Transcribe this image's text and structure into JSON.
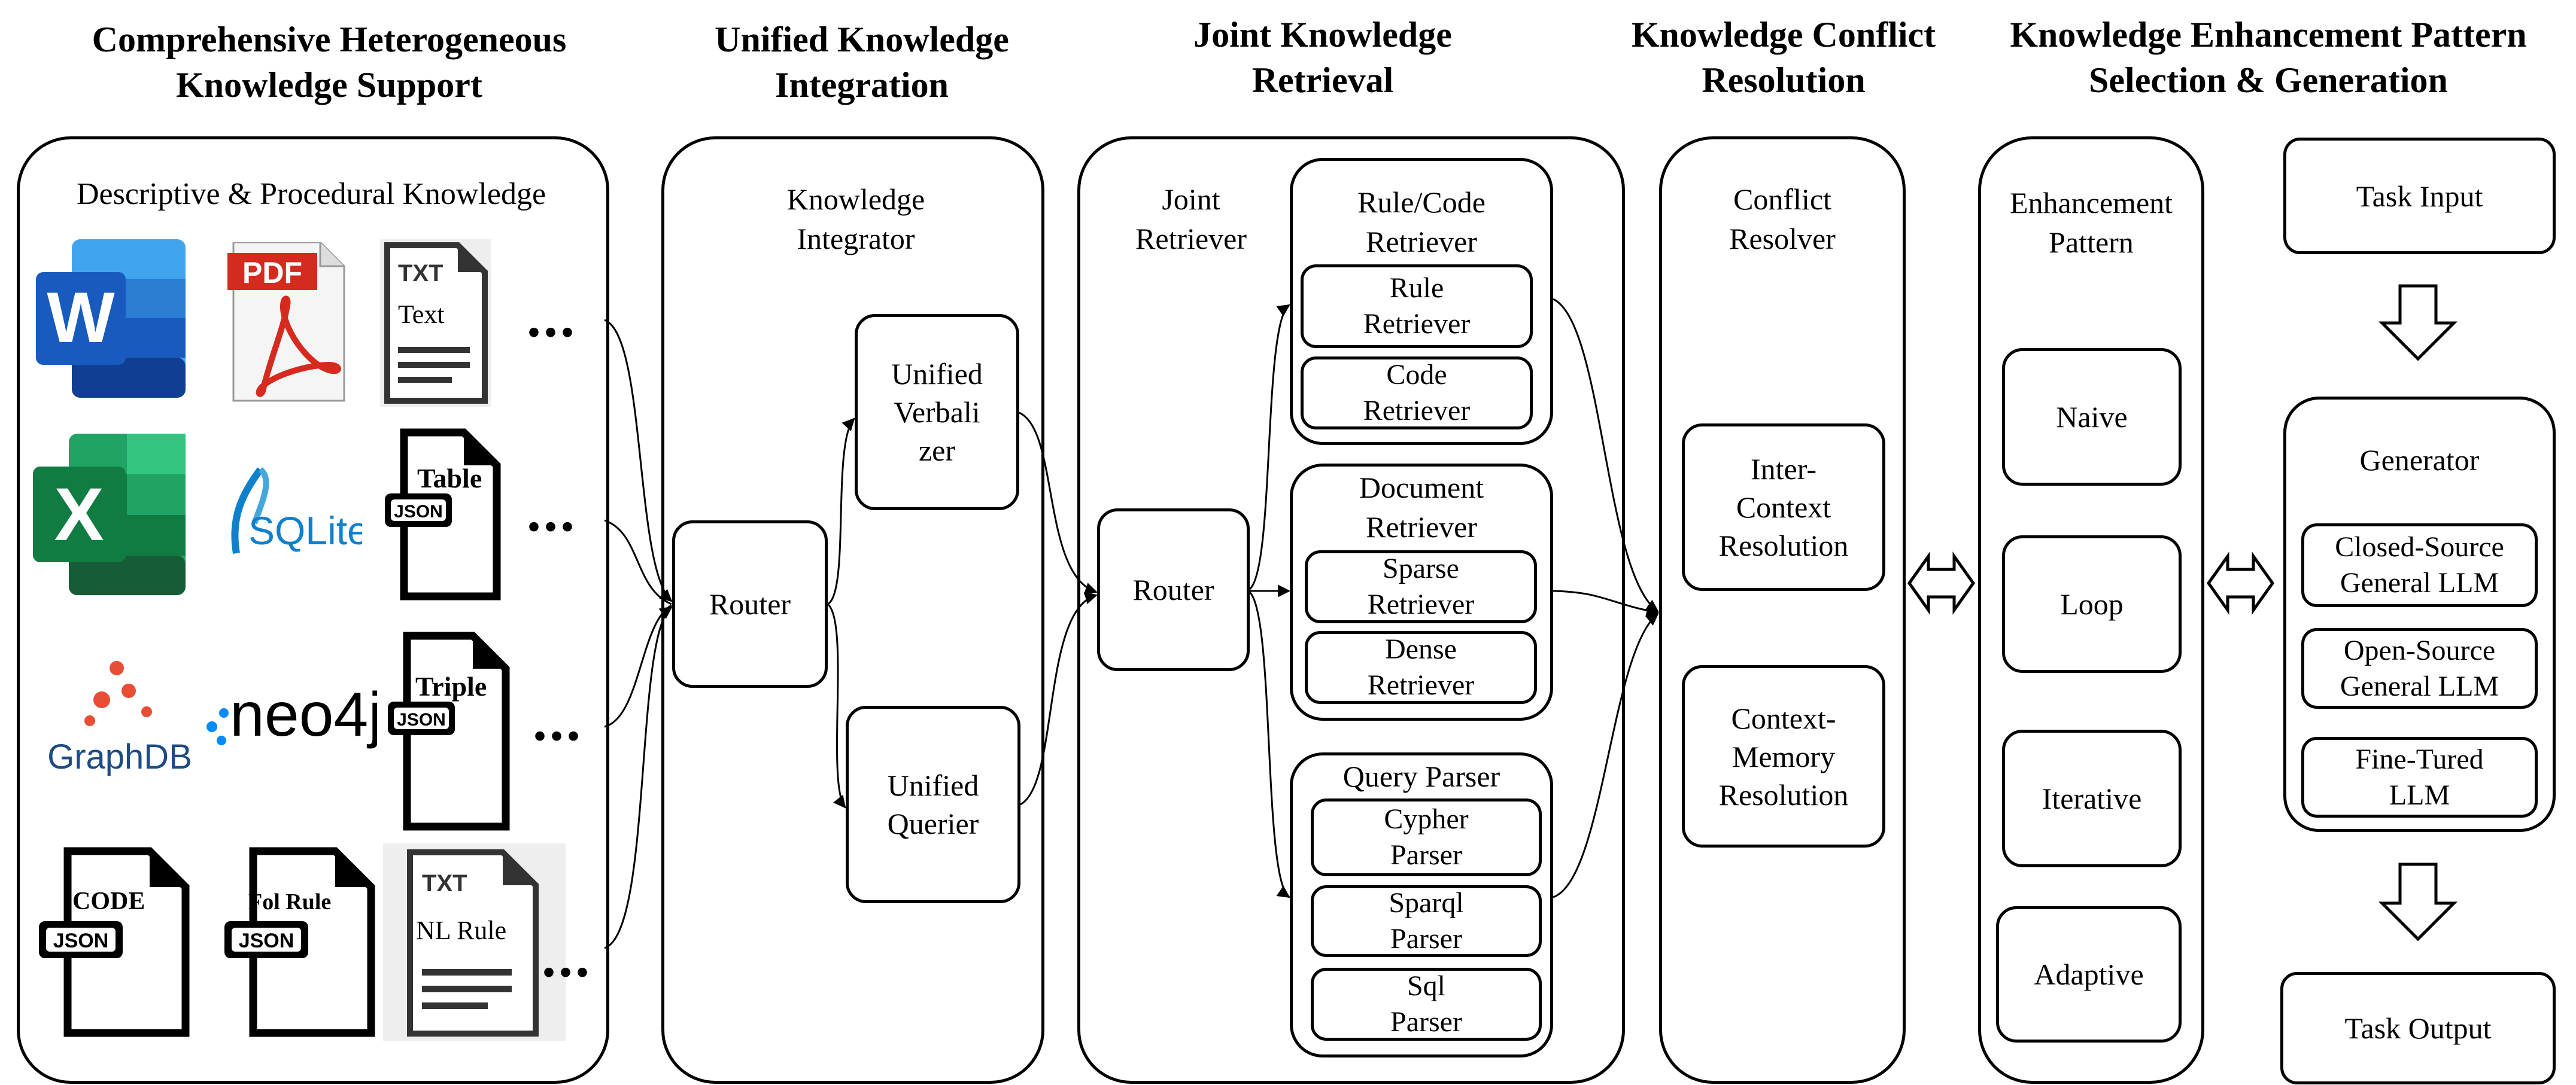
{
  "stages": [
    {
      "title": "Comprehensive Heterogeneous\nKnowledge Support"
    },
    {
      "title": "Unified Knowledge\nIntegration"
    },
    {
      "title": "Joint Knowledge\nRetrieval"
    },
    {
      "title": "Knowledge Conflict\nResolution"
    },
    {
      "title": "Knowledge Enhancement Pattern\nSelection & Generation"
    }
  ],
  "sources": {
    "title": "Descriptive & Procedural Knowledge",
    "ellipsis": "...",
    "icons": {
      "word": "W",
      "pdf": "PDF",
      "txt1_tag": "TXT",
      "txt1_label": "Text",
      "excel": "X",
      "sqlite": "SQLite",
      "table_label": "Table",
      "json": "JSON",
      "graphdb": "GraphDB",
      "neo4j": "neo4j",
      "triple_label": "Triple",
      "code_label": "CODE",
      "fol_label": "Fol Rule",
      "txt2_tag": "TXT",
      "txt2_label": "NL Rule"
    }
  },
  "integrator": {
    "title": "Knowledge\nIntegrator",
    "router": "Router",
    "verbalizer": "Unified\nVerbali\nzer",
    "querier": "Unified\nQuerier"
  },
  "retriever": {
    "title": "Joint\nRetriever",
    "router": "Router",
    "rule_code": {
      "title": "Rule/Code\nRetriever",
      "rule": "Rule\nRetriever",
      "code": "Code\nRetriever"
    },
    "document": {
      "title": "Document\nRetriever",
      "sparse": "Sparse\nRetriever",
      "dense": "Dense\nRetriever"
    },
    "query": {
      "title": "Query Parser",
      "cypher": "Cypher\nParser",
      "sparql": "Sparql\nParser",
      "sql": "Sql\nParser"
    }
  },
  "resolver": {
    "title": "Conflict\nResolver",
    "inter": "Inter-\nContext\nResolution",
    "memory": "Context-\nMemory\nResolution"
  },
  "pattern": {
    "title": "Enhancement\nPattern",
    "naive": "Naive",
    "loop": "Loop",
    "iterative": "Iterative",
    "adaptive": "Adaptive"
  },
  "generation": {
    "input": "Task Input",
    "title": "Generator",
    "closed": "Closed-Source\nGeneral LLM",
    "open": "Open-Source\nGeneral LLM",
    "fine": "Fine-Tured\nLLM",
    "output": "Task Output"
  }
}
